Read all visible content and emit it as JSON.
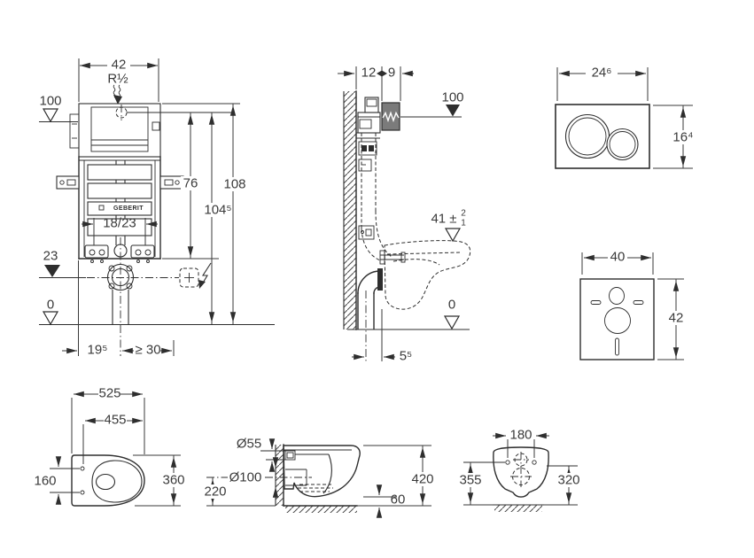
{
  "colors": {
    "line": "#2e2e2e",
    "text": "#3a3a3a",
    "plate_fill": "#7b7b7b",
    "background": "#ffffff"
  },
  "front_view": {
    "frame_width": "42",
    "water_connection": "R½",
    "level_top": "100",
    "dim_connection_height": "76",
    "dim_total_height": "108",
    "dim_actuator_height": "104⁵",
    "dim_outlet_offset": "18/23",
    "dim_outlet_height": "23",
    "level_floor": "0",
    "dim_outlet_x": "19⁵",
    "dim_side_min": "≥ 30",
    "brand": "GEBERIT"
  },
  "side_view": {
    "dim_depth": "12",
    "dim_plate_offset": "9",
    "level_plate": "100",
    "dim_pan_top": "41 ±",
    "tol_plus": "2",
    "tol_minus": "1",
    "level_floor": "0",
    "dim_outlet_wall": "5⁵"
  },
  "flush_plate": {
    "width": "24⁶",
    "height": "16⁴"
  },
  "sound_mat": {
    "width": "40",
    "height": "42"
  },
  "wc_top_view": {
    "length": "525",
    "depth_to_holes": "455",
    "hole_spacing": "160",
    "width": "360"
  },
  "wc_side_view": {
    "inlet_dia": "Ø55",
    "outlet_dia": "Ø100",
    "outlet_height": "220",
    "height": "420",
    "gap": "60"
  },
  "wc_back_view": {
    "hole_spacing": "180",
    "height_holes": "355",
    "height_outlet": "320"
  }
}
